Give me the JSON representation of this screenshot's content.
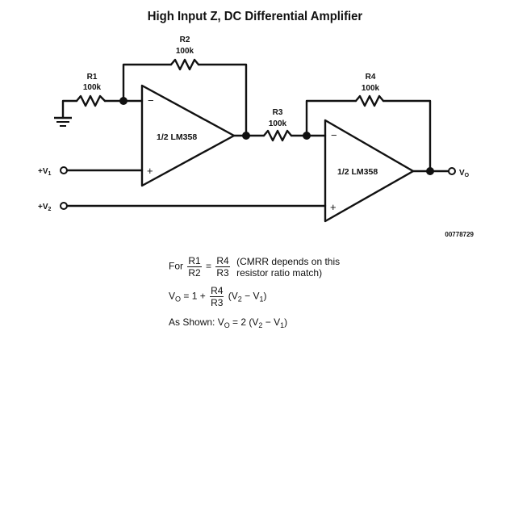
{
  "title": "High Input Z, DC Differential Amplifier",
  "components": {
    "r1": {
      "name": "R1",
      "value": "100k"
    },
    "r2": {
      "name": "R2",
      "value": "100k"
    },
    "r3": {
      "name": "R3",
      "value": "100k"
    },
    "r4": {
      "name": "R4",
      "value": "100k"
    },
    "opamp1": {
      "label": "1/2 LM358",
      "inv": "−",
      "noninv": "+"
    },
    "opamp2": {
      "label": "1/2 LM358",
      "inv": "−",
      "noninv": "+"
    }
  },
  "inputs": {
    "v1": "+V",
    "v1_sub": "1",
    "v2": "+V",
    "v2_sub": "2"
  },
  "output": {
    "label": "V",
    "sub": "O"
  },
  "ref_code": "00778729",
  "equations": {
    "cond_prefix": "For",
    "cond_num1": "R1",
    "cond_den1": "R2",
    "cond_eq": "=",
    "cond_num2": "R4",
    "cond_den2": "R3",
    "cond_note_1": "(CMRR depends on this",
    "cond_note_2": "resistor ratio match)",
    "gain_lhs": "V",
    "gain_lhs_sub": "O",
    "gain_mid": " = 1 +",
    "gain_num": "R4",
    "gain_den": "R3",
    "gain_paren_open": "(V",
    "gain_v2_sub": "2",
    "gain_minus": " − V",
    "gain_v1_sub": "1",
    "gain_paren_close": ")",
    "shown_prefix": "As Shown: V",
    "shown_sub": "O",
    "shown_mid": " = 2 (V",
    "shown_v2_sub": "2",
    "shown_minus": " − V",
    "shown_v1_sub": "1",
    "shown_close": ")"
  }
}
